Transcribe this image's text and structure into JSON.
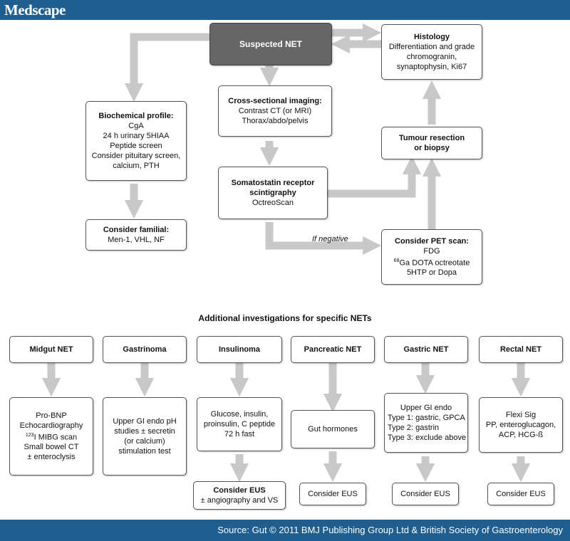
{
  "header": {
    "logo": "Medscape"
  },
  "footer": {
    "source": "Source: Gut © 2011 BMJ Publishing Group Ltd & British Society of Gastroenterology"
  },
  "flow": {
    "suspected": "Suspected NET",
    "histology": {
      "title": "Histology",
      "lines": [
        "Differentiation and grade",
        "chromogranin,",
        "synaptophysin, Ki67"
      ]
    },
    "biochemical": {
      "title": "Biochemical profile:",
      "lines": [
        "CgA",
        "24 h urinary 5HIAA",
        "Peptide screen",
        "Consider pituitary screen,",
        "calcium, PTH"
      ]
    },
    "cross": {
      "title": "Cross-sectional imaging:",
      "lines": [
        "Contrast CT (or MRI)",
        "Thorax/abdo/pelvis"
      ]
    },
    "tumour": {
      "title_lines": [
        "Tumour resection",
        "or biopsy"
      ]
    },
    "somato": {
      "title_lines": [
        "Somatostatin receptor",
        "scintigraphy"
      ],
      "lines": [
        "OctreoScan"
      ]
    },
    "familial": {
      "title": "Consider familial:",
      "lines": [
        "Men-1, VHL, NF"
      ]
    },
    "pet": {
      "title": "Consider PET scan:",
      "line1": "FDG",
      "ga_sup": "68",
      "ga_rest": "Ga DOTA octreotate",
      "line3": "5HTP or Dopa"
    },
    "if_negative": "If negative"
  },
  "additional": {
    "title": "Additional investigations for specific NETs",
    "midgut": {
      "title": "Midgut NET",
      "lines": [
        "Pro-BNP",
        "Echocardiography"
      ],
      "mibg_sup": "123",
      "mibg_rest": "I MIBG scan",
      "more": [
        "Small bowel CT",
        "± enteroclysis"
      ]
    },
    "gastrinoma": {
      "title": "Gastrinoma",
      "lines": [
        "Upper GI endo pH",
        "studies ± secretin",
        "(or calcium)",
        "stimulation test"
      ]
    },
    "insulinoma": {
      "title": "Insulinoma",
      "lines": [
        "Glucose, insulin,",
        "proinsulin, C peptide",
        "72 h fast"
      ]
    },
    "insulinoma_eus": {
      "title": "Consider EUS",
      "lines": [
        "± angiography and VS"
      ]
    },
    "pancreatic": {
      "title": "Pancreatic NET",
      "lines": [
        "Gut hormones"
      ],
      "eus": "Consider EUS"
    },
    "gastric": {
      "title": "Gastric NET",
      "lines": [
        "Upper GI endo",
        "Type 1: gastric, GPCA",
        "Type 2: gastrin",
        "Type 3: exclude above"
      ],
      "eus": "Consider EUS"
    },
    "rectal": {
      "title": "Rectal NET",
      "lines": [
        "Flexi Sig",
        "PP, enteroglucagon,",
        "ACP, HCG-ß"
      ],
      "eus": "Consider EUS"
    }
  }
}
